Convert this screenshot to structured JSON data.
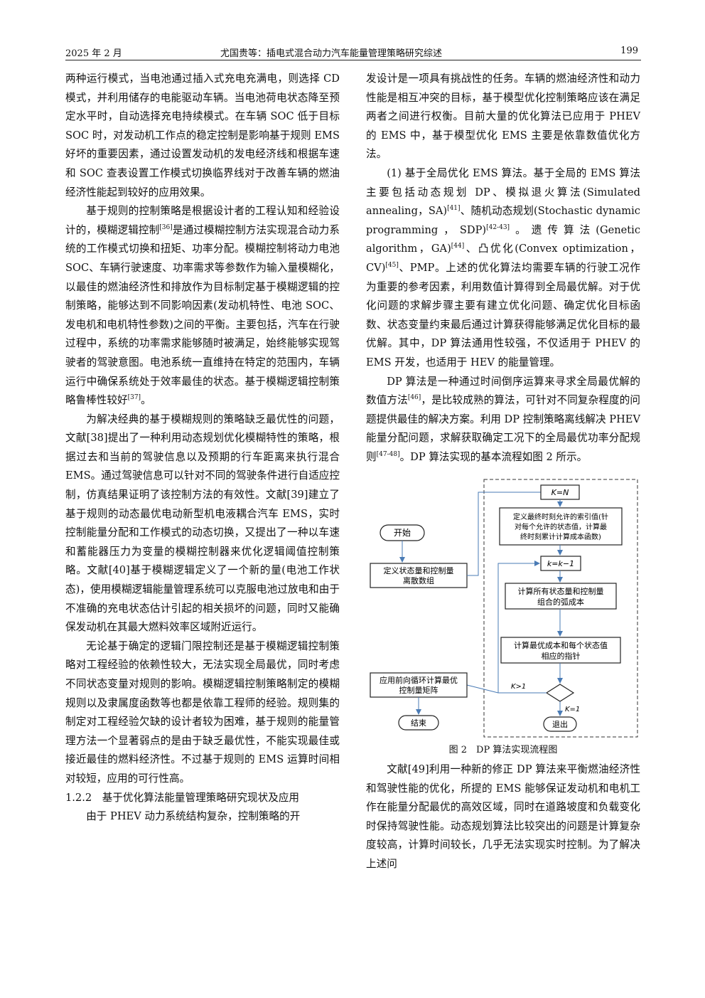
{
  "header": {
    "date": "2025 年 2 月",
    "title": "尤国贵等：插电式混合动力汽车能量管理策略研究综述",
    "page": "199"
  },
  "left": {
    "p1": "两种运行模式，当电池通过插入式充电充满电，则选择 CD 模式，并利用储存的电能驱动车辆。当电池荷电状态降至预定水平时，自动选择充电持续模式。在车辆 SOC 低于目标 SOC 时，对发动机工作点的稳定控制是影响基于规则 EMS 好坏的重要因素，通过设置发动机的发电经济线和根据车速和 SOC 查表设置工作模式切换临界线对于改善车辆的燃油经济性能起到较好的应用效果。",
    "p2_a": "基于规则的控制策略是根据设计者的工程认知和经验设计的，模糊逻辑控制",
    "p2_cite": "[36]",
    "p2_b": "是通过模糊控制方法实现混合动力系统的工作模式切换和扭矩、功率分配。模糊控制将动力电池 SOC、车辆行驶速度、功率需求等参数作为输入量模糊化，以最佳的燃油经济性和排放作为目标制定基于模糊逻辑的控制策略，能够达到不同影响因素(发动机特性、电池 SOC、发电机和电机特性参数)之间的平衡。主要包括，汽车在行驶过程中，系统的功率需求能够随时被满足，始终能够实现驾驶者的驾驶意图。电池系统一直维持在特定的范围内，车辆运行中确保系统处于效率最佳的状态。基于模糊逻辑控制策略鲁棒性较好",
    "p2_cite2": "[37]",
    "p2_c": "。",
    "p3": "为解决经典的基于模糊规则的策略缺乏最优性的问题，文献[38]提出了一种利用动态规划优化模糊特性的策略，根据过去和当前的驾驶信息以及预期的行车距离来执行混合 EMS。通过驾驶信息可以针对不同的驾驶条件进行自适应控制，仿真结果证明了该控制方法的有效性。文献[39]建立了基于规则的动态最优电动新型机电液耦合汽车 EMS，实时控制能量分配和工作模式的动态切换，又提出了一种以车速和蓄能器压力为变量的模糊控制器来优化逻辑阈值控制策略。文献[40]基于模糊逻辑定义了一个新的量(电池工作状态)，使用模糊逻辑能量管理系统可以克服电池过放电和由于不准确的充电状态估计引起的相关损坏的问题，同时又能确保发动机在其最大燃料效率区域附近运行。",
    "p4": "无论基于确定的逻辑门限控制还是基于模糊逻辑控制策略对工程经验的依赖性较大，无法实现全局最优，同时考虑不同状态变量对规则的影响。模糊逻辑控制策略制定的模糊规则以及隶属度函数等也都是依靠工程师的经验。规则集的制定对工程经验欠缺的设计者较为困难，基于规则的能量管理方法一个显著弱点的是由于缺乏最优性，不能实现最佳或接近最佳的燃料经济性。不过基于规则的 EMS 运算时间相对较短，应用的可行性高。",
    "sec_title": "1.2.2　基于优化算法能量管理策略研究现状及应用",
    "p5": "由于 PHEV 动力系统结构复杂，控制策略的开"
  },
  "right": {
    "p1": "发设计是一项具有挑战性的任务。车辆的燃油经济性和动力性能是相互冲突的目标，基于模型优化控制策略应该在满足两者之间进行权衡。目前大量的优化算法已应用于 PHEV 的 EMS 中，基于模型优化 EMS 主要是依靠数值优化方法。",
    "p2_a": "(1) 基于全局优化 EMS 算法。基于全局的 EMS 算法主要包括动态规划 DP、模拟退火算法(Simulated annealing，SA)",
    "c41": "[41]",
    "p2_b": "、随机动态规划(Stochastic dynamic programming，SDP)",
    "c42": "[42-43]",
    "p2_c": "。遗传算法(Genetic algorithm，GA)",
    "c44": "[44]",
    "p2_d": "、凸优化(Convex optimization，CV)",
    "c45": "[45]",
    "p2_e": "、PMP。上述的优化算法均需要车辆的行驶工况作为重要的参考因素，利用数值计算得到全局最优解。对于优化问题的求解步骤主要有建立优化问题、确定优化目标函数、状态变量约束最后通过计算获得能够满足优化目标的最优解。其中，DP 算法通用性较强，不仅适用于 PHEV 的 EMS 开发，也适用于 HEV 的能量管理。",
    "p3_a": "DP 算法是一种通过时间倒序运算来寻求全局最优解的数值方法",
    "c46": "[46]",
    "p3_b": "，是比较成熟的算法，可针对不同复杂程度的问题提供最佳的解决方案。利用 DP 控制策略离线解决 PHEV 能量分配问题，求解获取确定工况下的全局最优功率分配规则",
    "c47": "[47-48]",
    "p3_c": "。DP 算法实现的基本流程如图 2 所示。",
    "fig_caption": "图 2　DP 算法实现流程图",
    "p4": "文献[49]利用一种新的修正 DP 算法来平衡燃油经济性和驾驶性能的优化，所提的 EMS 能够保证发动机和电机工作在能量分配最优的高效区域，同时在道路坡度和负载变化时保持驾驶性能。动态规划算法比较突出的问题是计算复杂度较高，计算时间较长，几乎无法实现实时控制。为了解决上述问"
  },
  "flowchart": {
    "start": "开始",
    "define_vars": [
      "定义状态量和控制量",
      "离散数组"
    ],
    "k_eq_n": "K=N",
    "define_final": [
      "定义最终时刻允许的索引值(针",
      "对每个允许的状态值，计算最",
      "终时刻累计计算成本函数)"
    ],
    "k_dec": "k=k−1",
    "compute_cost": [
      "计算所有状态量和控制量",
      "组合的弧成本"
    ],
    "compute_opt": [
      "计算最优成本和每个状态值",
      "相应的指针"
    ],
    "forward_loop": [
      "应用前向循环计算最优",
      "控制量矩阵"
    ],
    "k_gt_1": "K>1",
    "k_eq_1": "K=1",
    "exit": "退出",
    "end": "结束"
  }
}
